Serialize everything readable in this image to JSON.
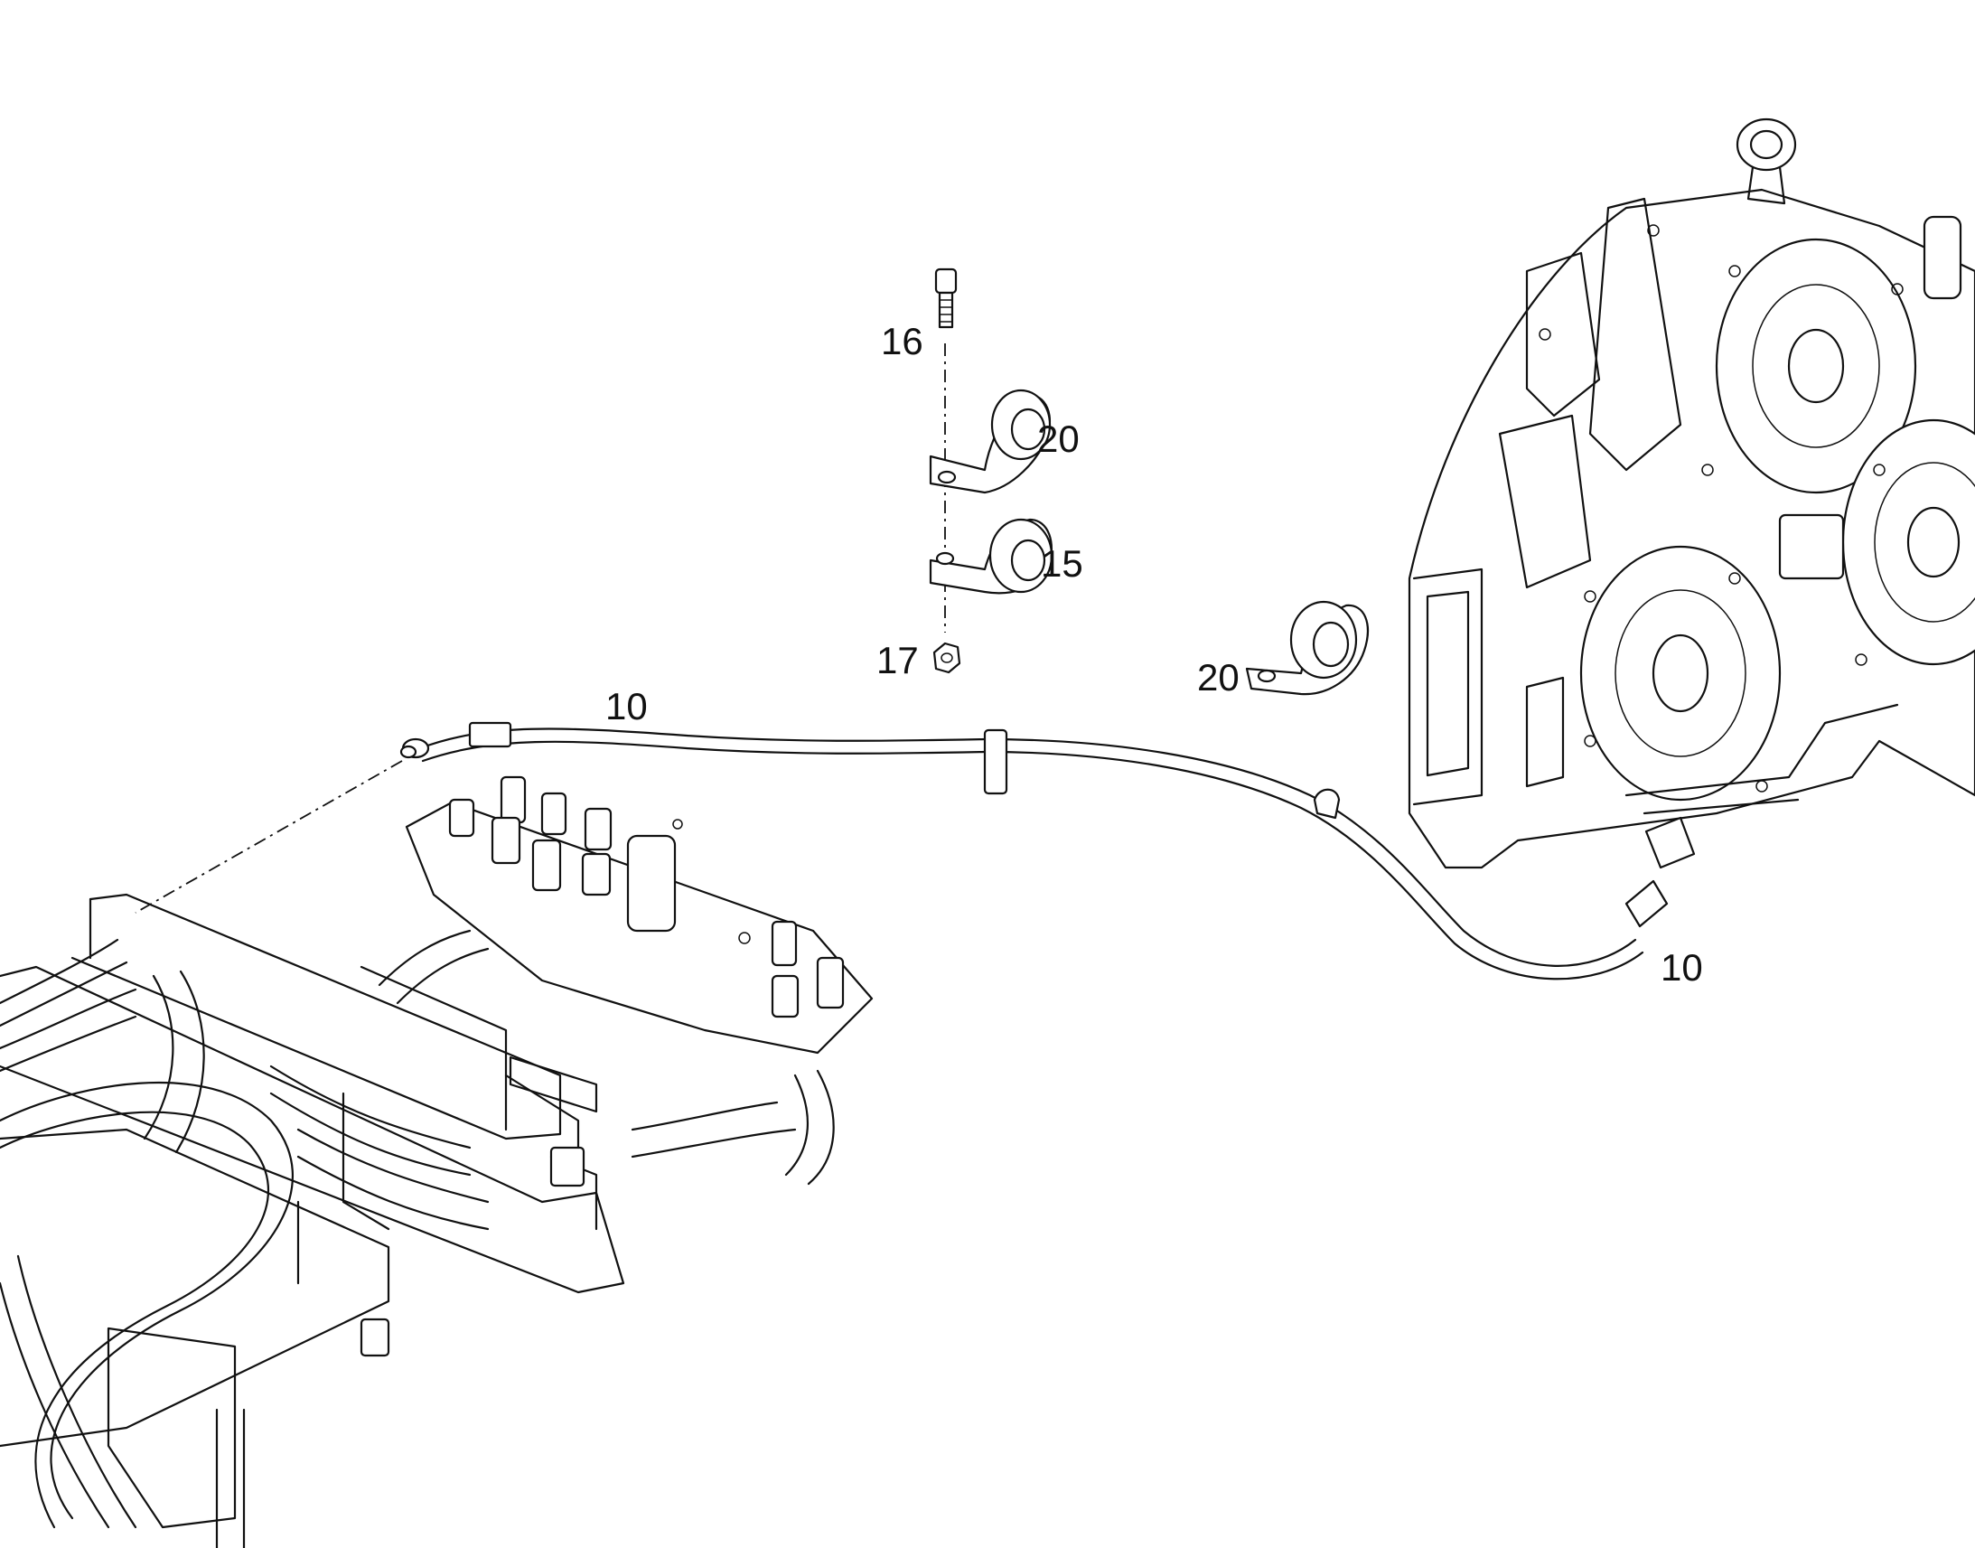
{
  "callouts": {
    "bolt": "16",
    "clamp_upper": "20",
    "clamp_lower": "15",
    "nut": "17",
    "clamp_loose": "20",
    "hose_top": "10",
    "hose_right": "10"
  }
}
